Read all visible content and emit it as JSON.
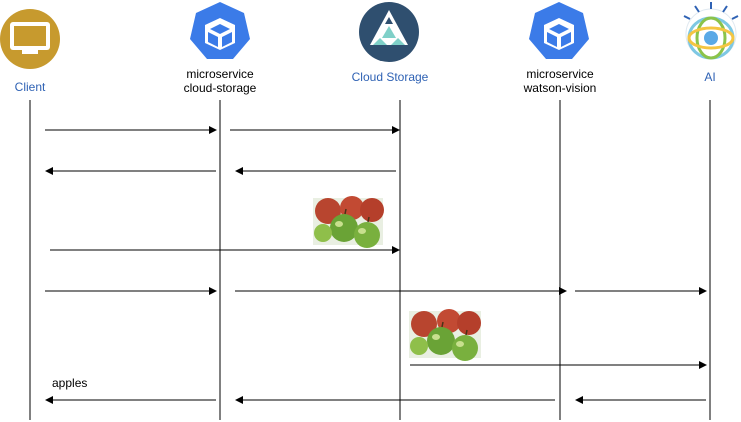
{
  "participants": {
    "client": {
      "label": "Client",
      "icon": "monitor-icon",
      "color": "#c79a2e"
    },
    "cloud_storage_service": {
      "line1": "microservice",
      "line2": "cloud-storage",
      "icon": "kubernetes-pod-icon",
      "color": "#3b7be8"
    },
    "cloud_storage": {
      "label": "Cloud Storage",
      "icon": "cloud-storage-icon",
      "color": "#2f4f6f"
    },
    "vision_service": {
      "line1": "microservice",
      "line2": "watson-vision",
      "icon": "kubernetes-pod-icon",
      "color": "#3b7be8"
    },
    "ai": {
      "label": "AI",
      "icon": "watson-icon",
      "color": "#2f62b4"
    }
  },
  "messages": {
    "result_label": "apples"
  },
  "images": {
    "apples_photo_1": {
      "icon": "apples-photo-icon"
    },
    "apples_photo_2": {
      "icon": "apples-photo-icon"
    }
  },
  "colors": {
    "lifeline": "#000000",
    "arrow": "#000000",
    "label_blue": "#2f62b4"
  }
}
